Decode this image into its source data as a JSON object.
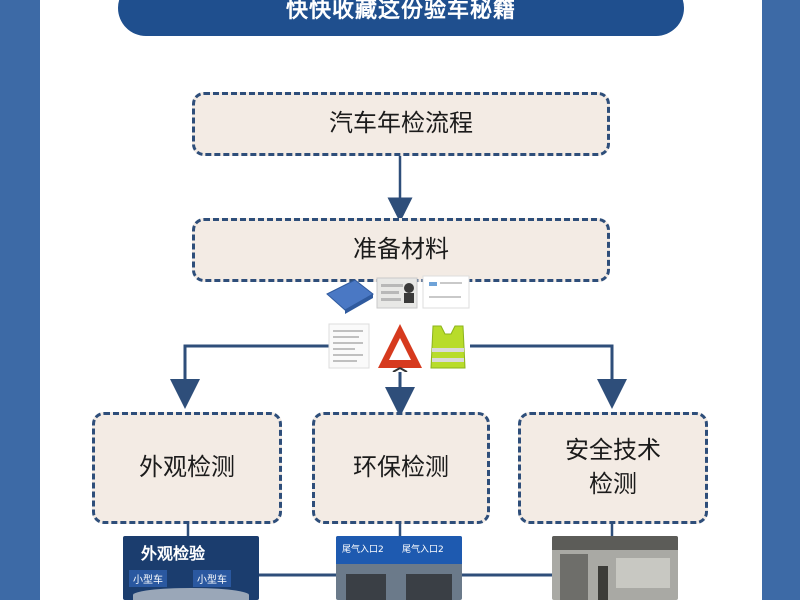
{
  "header": {
    "title": "快快收藏这份验车秘籍"
  },
  "flow": {
    "step1": "汽车年检流程",
    "step2": "准备材料",
    "branches": [
      {
        "label": "外观检测"
      },
      {
        "label": "环保检测"
      },
      {
        "label": "安全技术\n检测"
      }
    ]
  },
  "materials_icons": [
    "driving-license-icon",
    "id-card-icon",
    "document-card-icon",
    "insurance-paper-icon",
    "warning-triangle-icon",
    "reflective-vest-icon"
  ],
  "photos": {
    "appearance": {
      "sign": "外观检验",
      "lane_labels": [
        "小型车",
        "小型车"
      ]
    },
    "emission": {
      "sign_left": "尾气入口2",
      "sign_right": "尾气入口2"
    },
    "safety": {}
  },
  "colors": {
    "background": "#3d6aa6",
    "banner": "#1f4f8e",
    "box_fill": "#f3ebe4",
    "box_border": "#2e4e7a",
    "arrow": "#2e4e7a"
  }
}
